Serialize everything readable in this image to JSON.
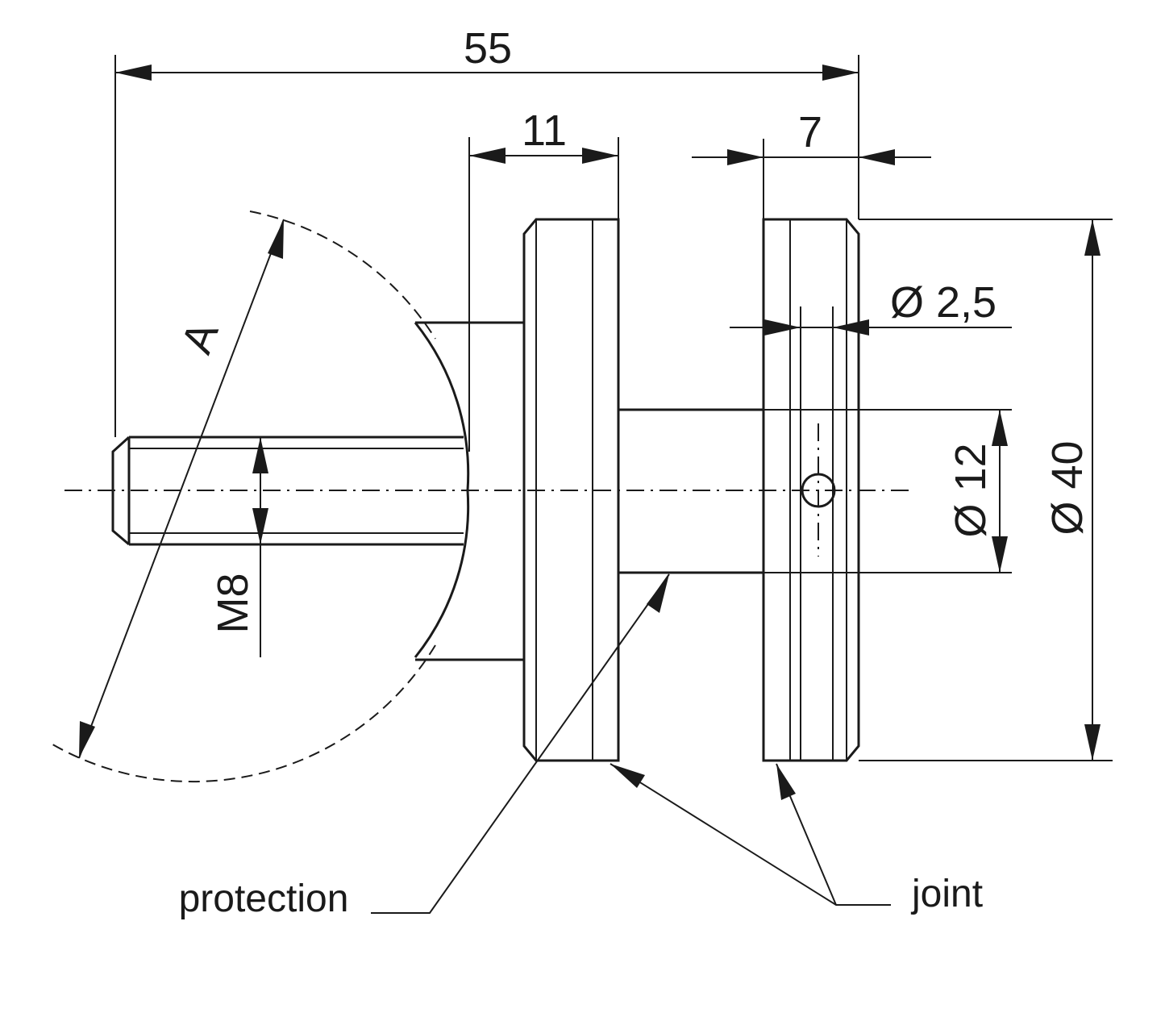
{
  "dimensions": {
    "overall_length": "55",
    "protection_width": "11",
    "joint_width": "7",
    "hole_diameter": "Ø 2,5",
    "shaft_diameter": "Ø 12",
    "disc_diameter": "Ø 40",
    "thread": "M8",
    "radius_label": "A"
  },
  "callouts": {
    "protection": "protection",
    "joint": "joint"
  }
}
